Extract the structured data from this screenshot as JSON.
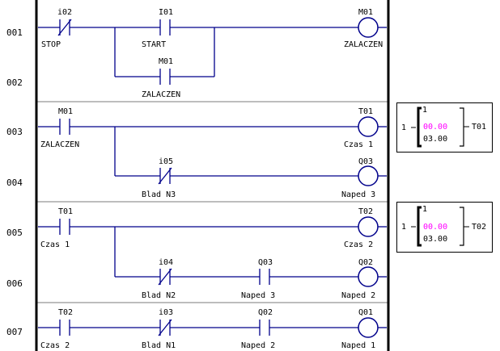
{
  "rungs": [
    {
      "num": "001",
      "contacts": [
        {
          "addr": "i02",
          "label": "STOP",
          "nc": true
        },
        {
          "addr": "I01",
          "label": "START",
          "nc": false
        }
      ],
      "coil": {
        "addr": "M01",
        "label": "ZALACZEN"
      }
    },
    {
      "num": "002",
      "contacts": [
        {
          "addr": "M01",
          "label": "ZALACZEN",
          "nc": false
        }
      ]
    },
    {
      "num": "003",
      "contacts": [
        {
          "addr": "M01",
          "label": "ZALACZEN",
          "nc": false
        }
      ],
      "coil": {
        "addr": "T01",
        "label": "Czas 1"
      }
    },
    {
      "num": "004",
      "contacts": [
        {
          "addr": "i05",
          "label": "Blad N3",
          "nc": true
        }
      ],
      "coil": {
        "addr": "Q03",
        "label": "Naped 3"
      }
    },
    {
      "num": "005",
      "contacts": [
        {
          "addr": "T01",
          "label": "Czas 1",
          "nc": false
        }
      ],
      "coil": {
        "addr": "T02",
        "label": "Czas 2"
      }
    },
    {
      "num": "006",
      "contacts": [
        {
          "addr": "i04",
          "label": "Blad N2",
          "nc": true
        },
        {
          "addr": "Q03",
          "label": "Naped 3",
          "nc": false
        }
      ],
      "coil": {
        "addr": "Q02",
        "label": "Naped 2"
      }
    },
    {
      "num": "007",
      "contacts": [
        {
          "addr": "T02",
          "label": "Czas 2",
          "nc": false
        },
        {
          "addr": "i03",
          "label": "Blad N1",
          "nc": true
        },
        {
          "addr": "Q02",
          "label": "Naped 2",
          "nc": false
        }
      ],
      "coil": {
        "addr": "Q01",
        "label": "Naped 1"
      }
    }
  ],
  "timers": [
    {
      "mode": "1",
      "input": "1",
      "current": "00.00",
      "preset": "03.00",
      "name": "T01"
    },
    {
      "mode": "1",
      "input": "1",
      "current": "00.00",
      "preset": "03.00",
      "name": "T02"
    }
  ],
  "colors": {
    "wire": "#00008b",
    "current_value": "#ff00ff",
    "rail": "#000000",
    "separator": "#7b7b7b"
  }
}
